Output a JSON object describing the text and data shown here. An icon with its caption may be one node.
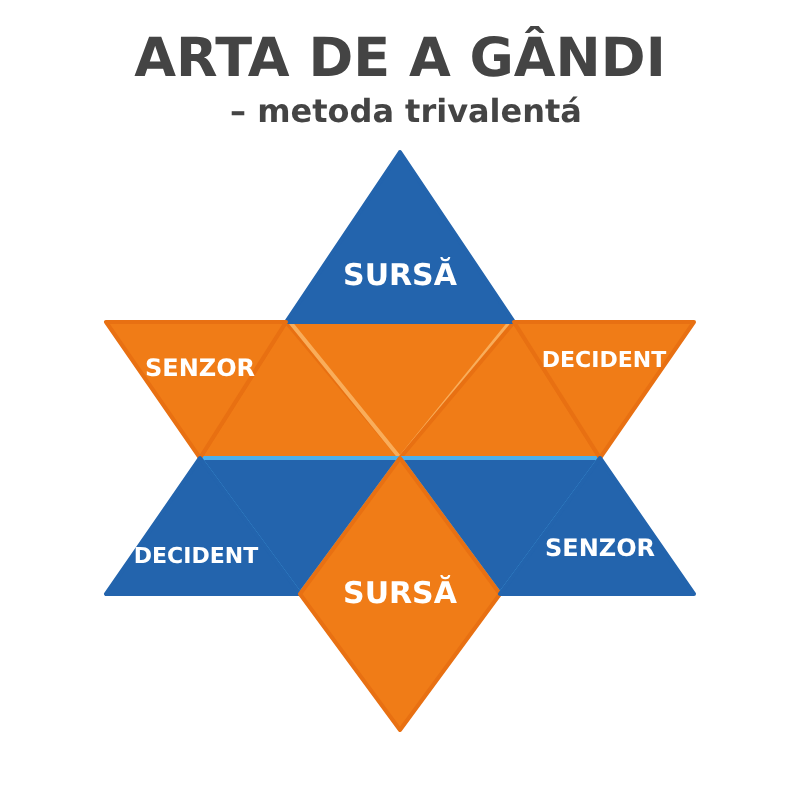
{
  "diagram": {
    "title": "ARTA DE A GÂNDI",
    "nodes": [
      {
        "text": [
          "SURSĂ"
        ]
      },
      {
        "text": [
          "SENZOR"
        ]
      },
      {
        "text": [],
        "shape": "triangle"
      },
      {
        "text": [],
        "shape": "triangle"
      },
      {
        "text": [],
        "shape": "triangle"
      },
      {
        "text": [
          "DECIDENT"
        ]
      },
      {
        "text": [
          "DECIDENT"
        ]
      },
      {
        "text": [],
        "shape": "triangle"
      },
      {
        "text": [
          "SURSĂ"
        ]
      },
      {
        "text": [],
        "shape": "triangle"
      },
      {
        "text": [
          "SENZOR"
        ]
      }
    ],
    "labels": [
      "– metoda trivalentá"
    ]
  }
}
